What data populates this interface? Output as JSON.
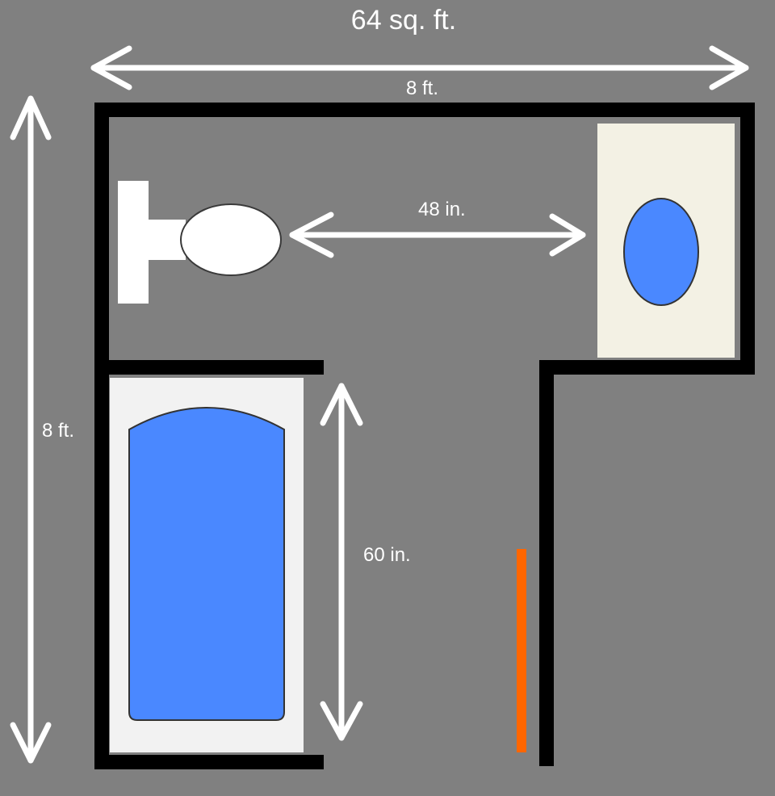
{
  "labels": {
    "area": "64 sq. ft.",
    "top_width": "8 ft.",
    "left_height": "8 ft.",
    "toilet_to_vanity_clearance": "48 in.",
    "tub_length": "60 in."
  },
  "colors": {
    "background": "#808080",
    "walls": "#000000",
    "fixtures": "#ffffff",
    "vanity_top": "#f3f1e4",
    "basin": "#4a88ff",
    "door": "#ff6600",
    "dimension_arrows": "#ffffff"
  }
}
